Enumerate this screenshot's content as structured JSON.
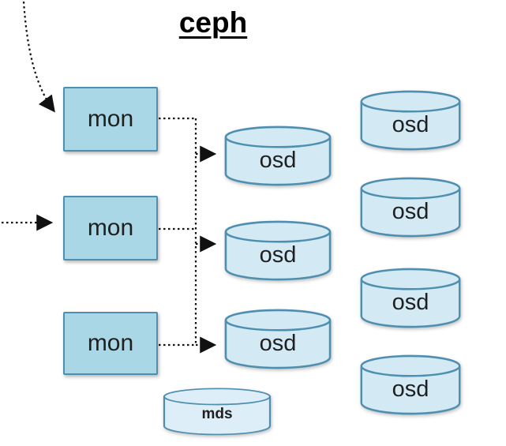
{
  "title": "ceph",
  "colors": {
    "node_fill": "#aad7e6",
    "node_border": "#4e8fb0",
    "cylinder_fill": "#d3eaf5",
    "mds_fill": "#ddeef8",
    "line_color": "#111111",
    "text_color": "#1f1f1f"
  },
  "mon_nodes": [
    {
      "label": "mon"
    },
    {
      "label": "mon"
    },
    {
      "label": "mon"
    }
  ],
  "osd_middle": [
    {
      "label": "osd"
    },
    {
      "label": "osd"
    },
    {
      "label": "osd"
    }
  ],
  "osd_right": [
    {
      "label": "osd"
    },
    {
      "label": "osd"
    },
    {
      "label": "osd"
    },
    {
      "label": "osd"
    }
  ],
  "mds": {
    "label": "mds"
  }
}
